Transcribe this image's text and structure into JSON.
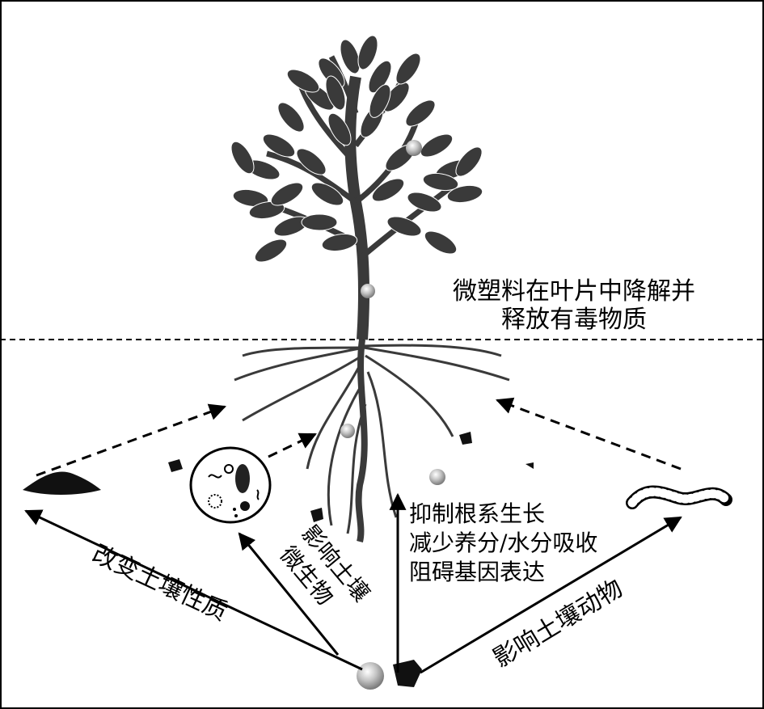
{
  "leaf_label": [
    "微塑料在叶片中降解并",
    "释放有毒物质"
  ],
  "root_effects": [
    "抑制根系生长",
    "减少养分/水分吸收",
    "阻碍基因表达"
  ],
  "soil_property_label": "改变土壤性质",
  "microbe_label": [
    "影响土壤",
    "微生物"
  ],
  "soil_animal_label": "影响土壤动物",
  "colors": {
    "tree": "#3a3a3a",
    "line": "#000000",
    "sphere": "#b8b8b8"
  }
}
